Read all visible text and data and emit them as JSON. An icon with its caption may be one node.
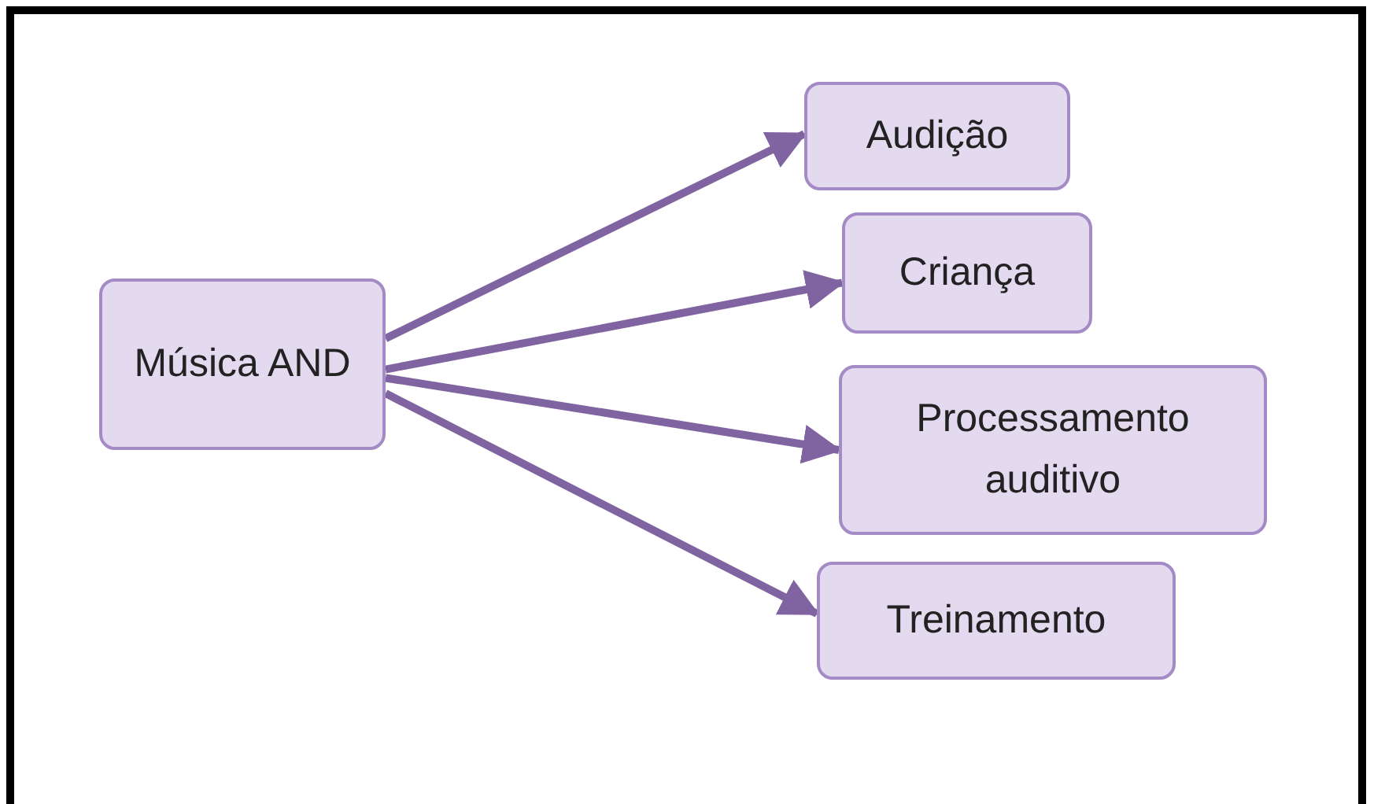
{
  "diagram": {
    "nodes": [
      {
        "text": [
          "Música AND"
        ]
      },
      {
        "text": [
          "Audição"
        ]
      },
      {
        "text": [
          "Criança"
        ]
      },
      {
        "text": [
          "Processamento auditivo"
        ]
      },
      {
        "text": [
          "Treinamento"
        ]
      }
    ],
    "edges": [
      {
        "from": 0,
        "to": 1,
        "arrow": "to"
      },
      {
        "from": 0,
        "to": 2,
        "arrow": "to"
      },
      {
        "from": 0,
        "to": 3,
        "arrow": "to"
      },
      {
        "from": 0,
        "to": 4,
        "arrow": "to"
      }
    ]
  }
}
